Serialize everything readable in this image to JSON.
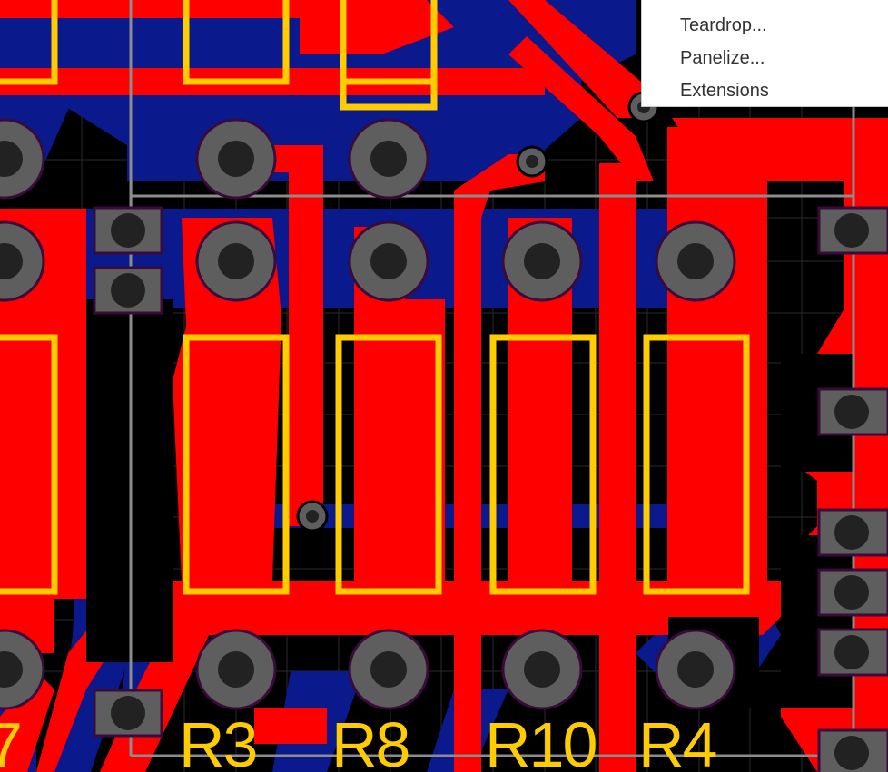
{
  "context_menu": {
    "items": [
      {
        "label": "Teardrop..."
      },
      {
        "label": "Panelize..."
      },
      {
        "label": "Extensions"
      }
    ]
  },
  "board": {
    "designators": [
      "7",
      "R3",
      "R8",
      "R10",
      "R4"
    ]
  },
  "colors": {
    "background": "#000000",
    "top_copper": "#ff0000",
    "bottom_copper": "#0a1a8c",
    "silkscreen": "#ffcc00",
    "pad_ring": "#5e5e5e",
    "drill_hole": "#222222",
    "board_outline": "#8c8c8c"
  }
}
